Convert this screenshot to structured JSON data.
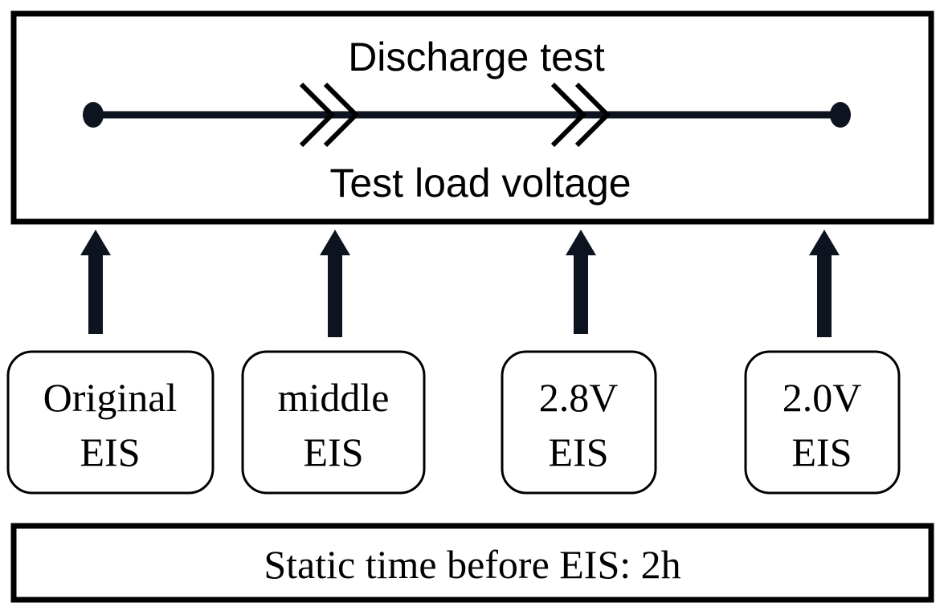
{
  "process_box": {
    "top_label": "Discharge test",
    "bottom_label": "Test load voltage"
  },
  "eis_points": [
    {
      "line1": "Original",
      "line2": "EIS"
    },
    {
      "line1": "middle",
      "line2": "EIS"
    },
    {
      "line1": "2.8V",
      "line2": "EIS"
    },
    {
      "line1": "2.0V",
      "line2": "EIS"
    }
  ],
  "footer": {
    "label": "Static time before EIS: 2h"
  },
  "colors": {
    "stroke": "#000000",
    "line": "#0d1420",
    "background": "#ffffff"
  }
}
